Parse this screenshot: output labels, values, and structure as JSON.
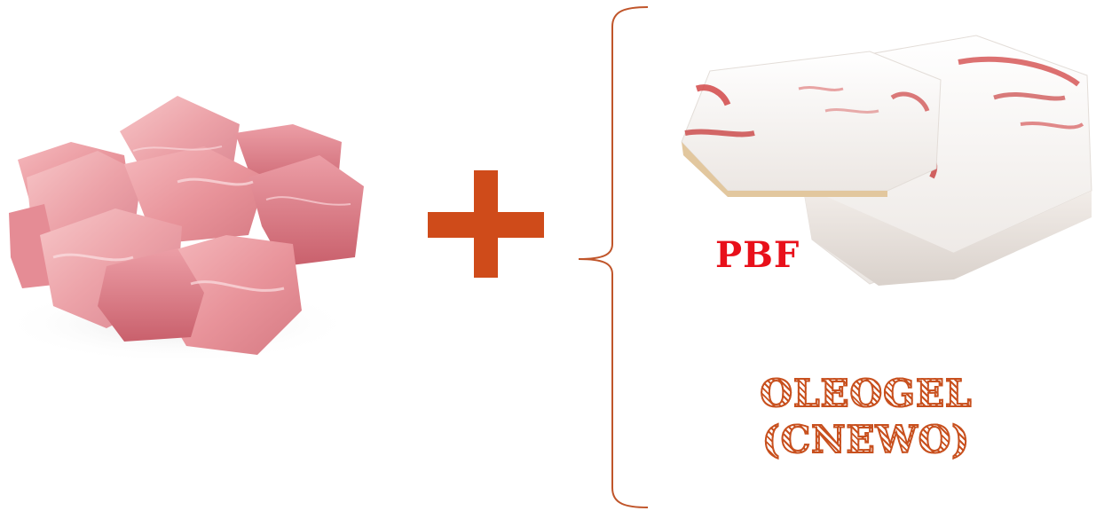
{
  "pbf_label": "PBF",
  "oleogel": {
    "line1": "OLEOGEL",
    "line2": "(CNEWO)"
  },
  "colors": {
    "plus": "#cf4b1a",
    "bracket": "#c0552a",
    "pbf_text": "#e8101a",
    "oleogel_text": "#c8501e"
  },
  "icons": {
    "plus": "plus-icon",
    "bracket": "curly-brace-icon"
  }
}
